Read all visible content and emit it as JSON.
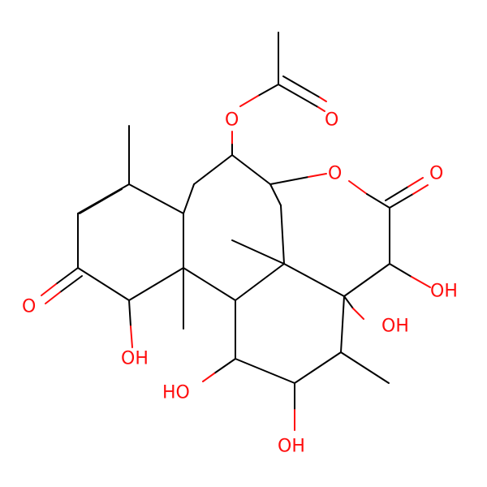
{
  "figure": {
    "type": "chemical-structure",
    "background": "#ffffff",
    "bond_color": "#000000",
    "heteroatom_color": "#ff0d0d"
  },
  "labels": {
    "acetate_carbonyl_O": "O",
    "acetate_ester_O": "O",
    "lactone_ring_O": "O",
    "lactone_carbonyl_O": "O",
    "ketone_O": "O",
    "oh_c3": "OH",
    "oh_c4a": "OH",
    "oh_c11": "OH",
    "oh_c12": "HO",
    "oh_c13": "OH"
  }
}
